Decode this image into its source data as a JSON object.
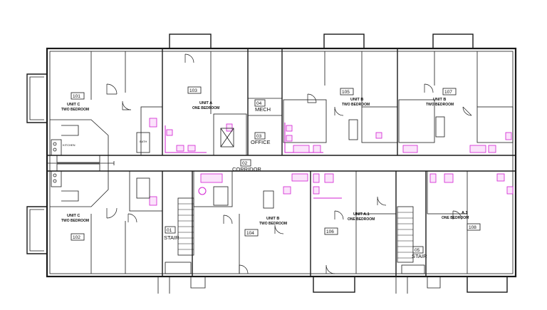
{
  "plan": {
    "rooms": [
      {
        "id": "r101",
        "number": "101",
        "type": "UNIT C",
        "desc": "TWO BEDROOM"
      },
      {
        "id": "r102",
        "number": "102",
        "type": "UNIT C",
        "desc": "TWO BEDROOM"
      },
      {
        "id": "r103",
        "number": "103",
        "type": "UNIT A",
        "desc": "ONE BEDROOM"
      },
      {
        "id": "r104",
        "number": "104",
        "type": "UNIT B",
        "desc": "TWO BEDROOM"
      },
      {
        "id": "r105",
        "number": "105",
        "type": "UNIT B",
        "desc": "TWO BEDROOM"
      },
      {
        "id": "r106",
        "number": "106",
        "type": "UNIT A.1",
        "desc": "ONE BEDROOM"
      },
      {
        "id": "r107",
        "number": "107",
        "type": "UNIT B",
        "desc": "TWO BEDROOM"
      },
      {
        "id": "r108",
        "number": "108",
        "type": "A.1",
        "desc": "ONE BEDROOM"
      }
    ],
    "common": {
      "stair1_num": "01",
      "stair1_name": "STAIR",
      "corridor_num": "02",
      "corridor_name": "CORRIDOR",
      "office_num": "03",
      "office_name": "OFFICE",
      "mech_num": "04",
      "mech_name": "MECH",
      "stair2_num": "05",
      "stair2_name": "STAIR"
    },
    "small_labels": {
      "kitchen": "KITCHEN",
      "bath": "BATH"
    }
  }
}
